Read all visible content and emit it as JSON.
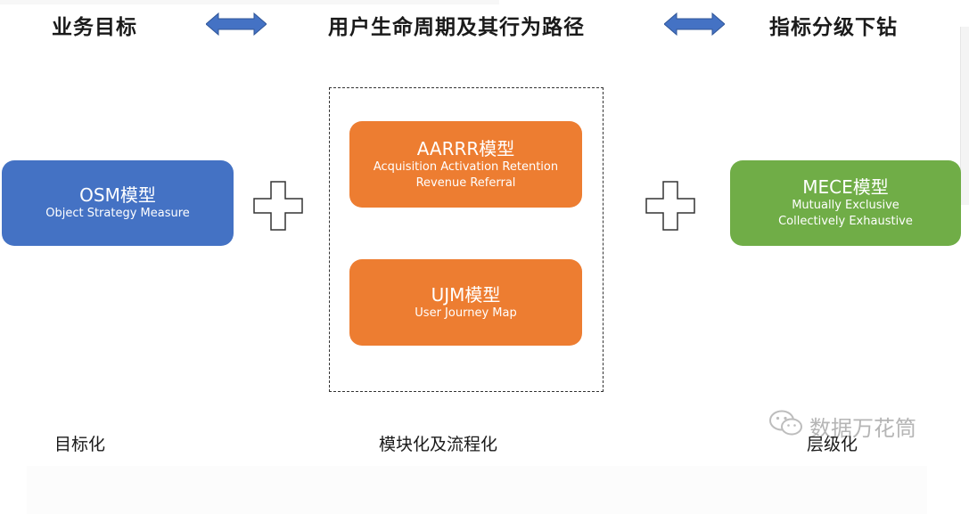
{
  "headers": {
    "left": "业务目标",
    "center": "用户生命周期及其行为路径",
    "right": "指标分级下钻"
  },
  "cards": {
    "osm": {
      "title": "OSM模型",
      "subtitle": "Object Strategy Measure"
    },
    "aarrr": {
      "title": "AARRR模型",
      "subtitle_line1": "Acquisition Activation Retention",
      "subtitle_line2": "Revenue Referral"
    },
    "ujm": {
      "title": "UJM模型",
      "subtitle": "User Journey Map"
    },
    "mece": {
      "title": "MECE模型",
      "subtitle_line1": "Mutually Exclusive",
      "subtitle_line2": "Collectively Exhaustive"
    }
  },
  "bottom_labels": {
    "left": "目标化",
    "center": "模块化及流程化",
    "right": "层级化"
  },
  "watermark": {
    "text": "数据万花筒",
    "icon": "wechat-icon"
  },
  "colors": {
    "osm": "#4472C4",
    "aarrr": "#ED7D31",
    "ujm": "#ED7D31",
    "mece": "#70AD47",
    "arrow": "#4472C4"
  }
}
